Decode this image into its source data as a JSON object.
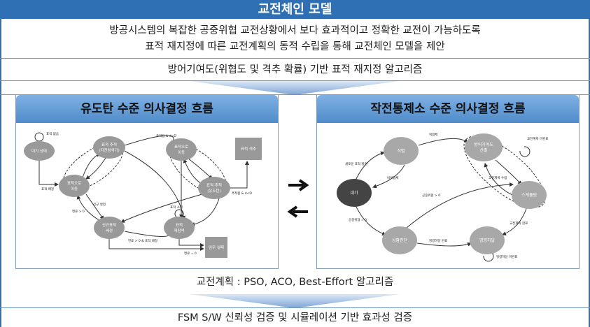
{
  "title": "교전체인 모델",
  "intro": {
    "line1": "방공시스템의 복잡한 공중위협 교전상황에서 보다 효과적이고 정확한 교전이 가능하도록",
    "line2": "표적 재지정에 따른 교전계획의 동적 수립을 통해 교전체인 모델을 제안"
  },
  "algorithm": "방어기여도(위협도 및 격추 확률) 기반 표적 재지정 알고리즘",
  "left_panel": {
    "title": "유도탄 수준 의사결정 흐름",
    "nodes": {
      "idle": "대기 상태",
      "track1a": "표적 추적",
      "track1b": "(자전탐색기)",
      "move1a": "표적으로",
      "move1b": "이동",
      "newa": "신규표적",
      "newb": "배정",
      "research_a": "표적",
      "research_b": "재탐색",
      "move2a": "표적으로",
      "move2b": "이동",
      "track2a": "표적 추적",
      "track2b": "(유도탄)",
      "kill": "표적 격추",
      "fail": "임무 실패"
    },
    "edges": {
      "no_target": "표적 없음",
      "assign": "표적 배정",
      "new_cmd": "신규 명령",
      "lost": "표적 소실",
      "fuel": "연료 > 0",
      "fuel_assign": "연료 > 0 & 표적 배정",
      "fuel_zero": "연료 = 0",
      "hit": "추적됨 & d<D"
    }
  },
  "right_panel": {
    "title": "작전통제소 수준 의사결정 흐름",
    "nodes": {
      "identify": "식별",
      "idle": "대기",
      "judge": "상황판단",
      "contrib_a": "방어기여도",
      "contrib_b": "산출",
      "schedule": "스케쥴링",
      "command": "명령하달"
    },
    "edges": {
      "threat": "위협체",
      "non_threat": "비위협체",
      "new_target": "새로운 표적 발견",
      "air_threat": "공중위협 > 0",
      "air_threat2": "공중위협 = 0",
      "cmd_done": "명령하달 완료",
      "plan_done": "교전계획 완료",
      "plan_todo": "교전계획 수립",
      "plan_not": "교전계획 미완료",
      "cmd_not": "명령하달 미완료"
    }
  },
  "plan": "교전계획 : PSO, ACO, Best-Effort 알고리즘",
  "verification": "FSM S/W 신뢰성 검증 및 시뮬레이션 기반 효과성 검증"
}
